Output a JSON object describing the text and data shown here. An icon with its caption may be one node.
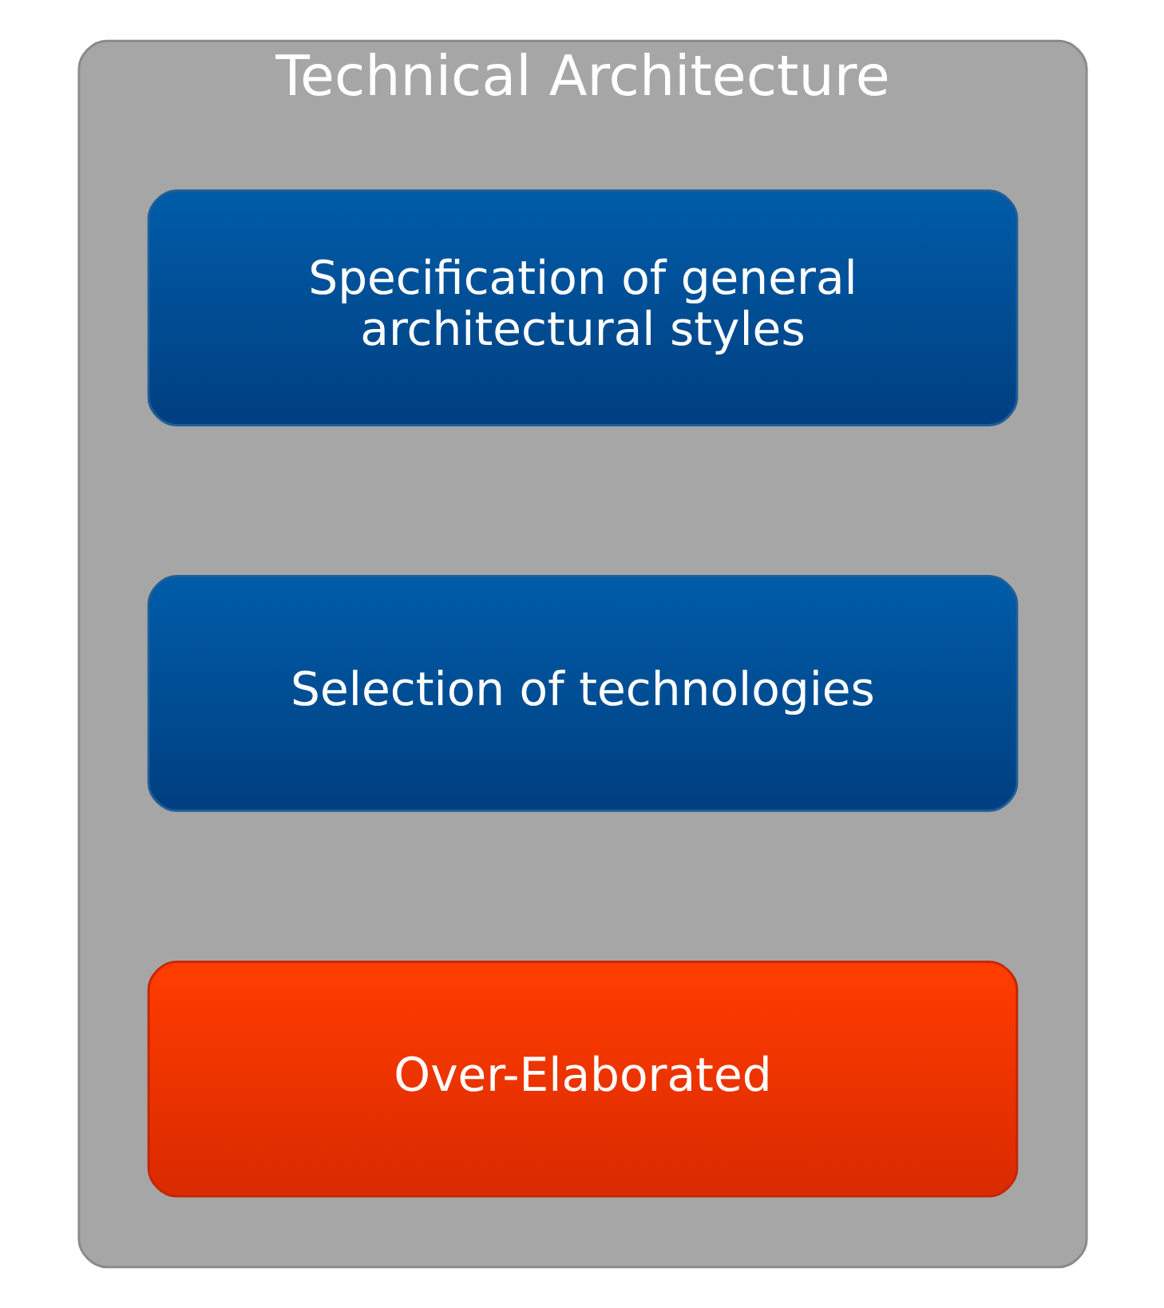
{
  "diagram": {
    "nodes": [
      {
        "text": [
          "Technical Architecture"
        ]
      },
      {
        "text": [
          "Specification of general architectural styles"
        ],
        "in": 0
      },
      {
        "text": [
          "Selection of technologies"
        ],
        "in": 0
      },
      {
        "text": [
          "Over-Elaborated"
        ],
        "in": 0
      }
    ]
  }
}
